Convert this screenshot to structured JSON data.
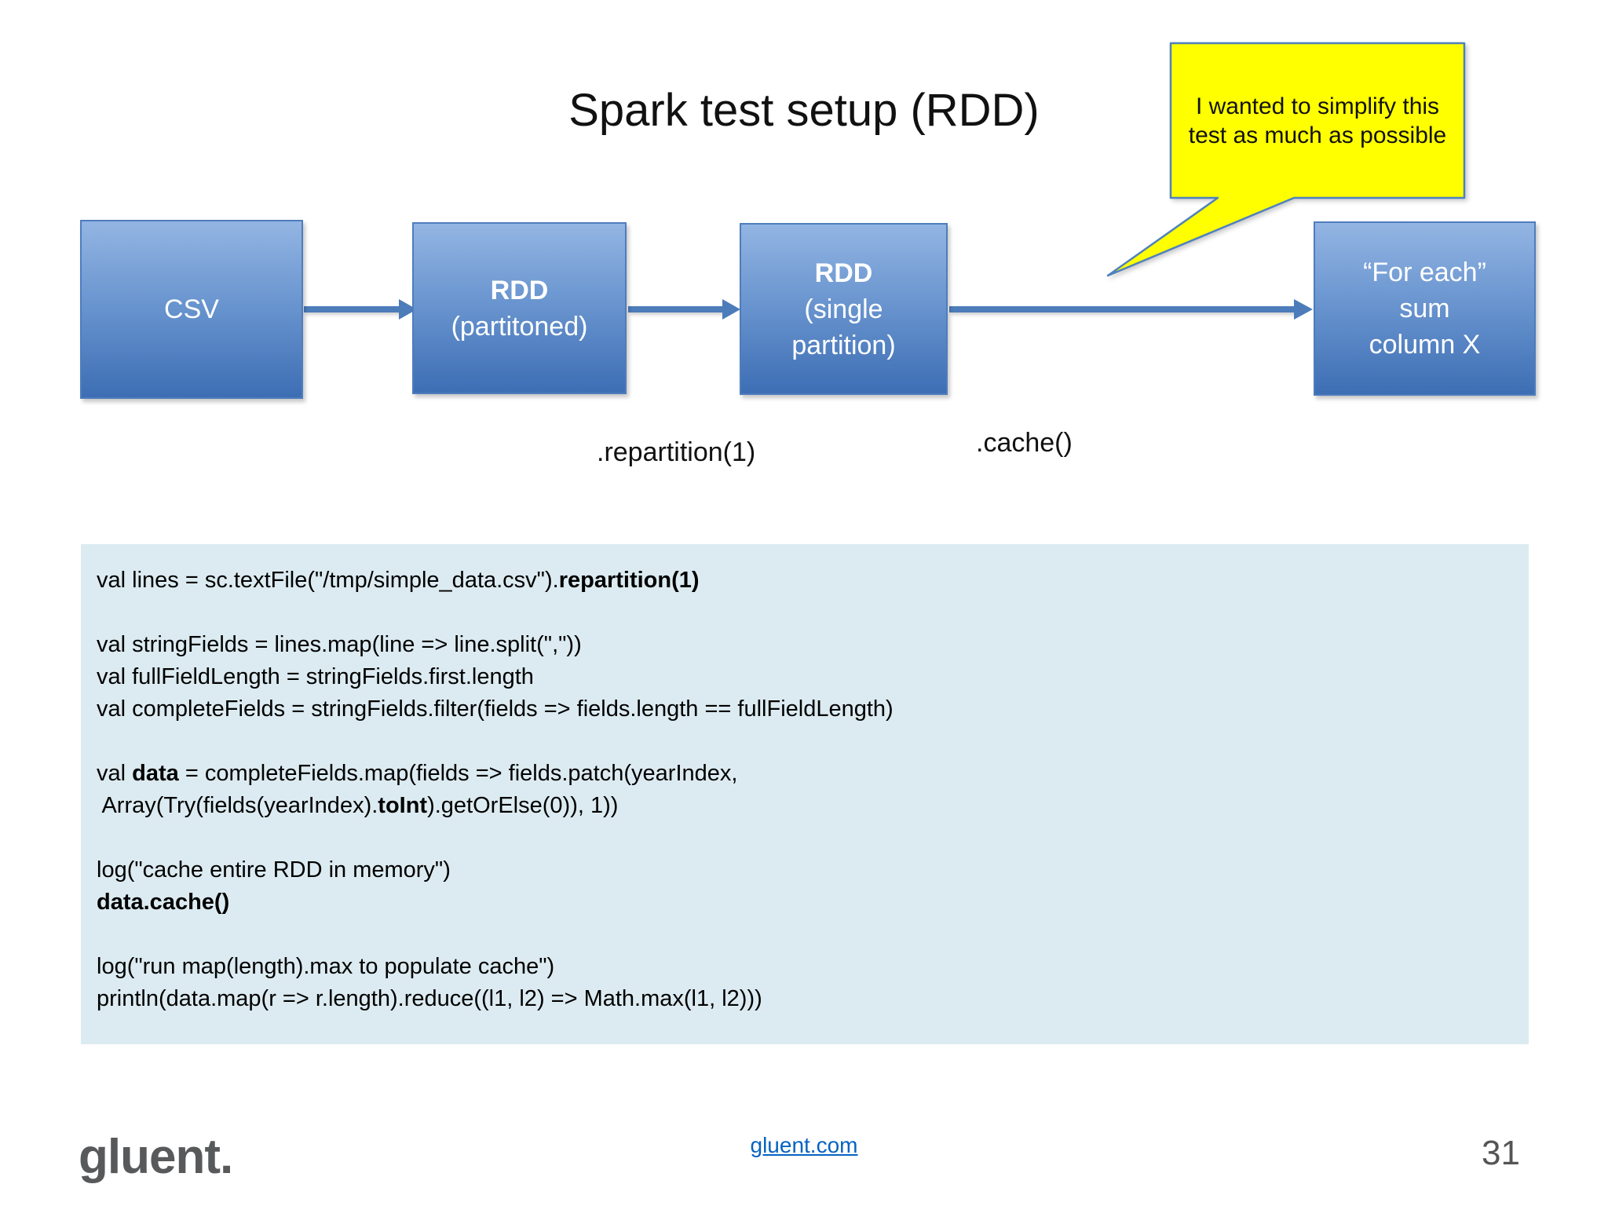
{
  "slide": {
    "title": "Spark test setup (RDD)",
    "page_number": "31"
  },
  "callout": {
    "text": "I wanted to simplify this test as much as possible",
    "fill": "#ffff00",
    "border": "#4f81bd"
  },
  "diagram": {
    "boxes": [
      {
        "lines": [
          {
            "text": "CSV",
            "bold": false
          }
        ]
      },
      {
        "lines": [
          {
            "text": "RDD",
            "bold": true
          },
          {
            "text": "(partitoned)",
            "bold": false
          }
        ]
      },
      {
        "lines": [
          {
            "text": "RDD",
            "bold": true
          },
          {
            "text": "(single",
            "bold": false
          },
          {
            "text": "partition)",
            "bold": false
          }
        ]
      },
      {
        "lines": [
          {
            "text": "“For each”",
            "bold": false
          },
          {
            "text": "sum",
            "bold": false
          },
          {
            "text": "column X",
            "bold": false
          }
        ]
      }
    ],
    "arrow_labels": [
      ".repartition(1)",
      ".cache()"
    ],
    "colors": {
      "box_gradient_top": "#93b5e3",
      "box_gradient_bottom": "#3d6eb4",
      "box_border": "#4f7dbd",
      "arrow": "#4d7cba"
    }
  },
  "code_block": {
    "background": "#dcebf1",
    "lines": [
      [
        {
          "t": "val lines = sc.textFile(\"/tmp/simple_data.csv\")."
        },
        {
          "t": "repartition(1)",
          "b": true
        }
      ],
      [],
      [
        {
          "t": "val stringFields = lines.map(line => line.split(\",\"))"
        }
      ],
      [
        {
          "t": "val fullFieldLength = stringFields.first.length"
        }
      ],
      [
        {
          "t": "val completeFields = stringFields.filter(fields => fields.length == fullFieldLength)"
        }
      ],
      [],
      [
        {
          "t": "val "
        },
        {
          "t": "data",
          "b": true
        },
        {
          "t": " = completeFields.map(fields => fields.patch(yearIndex,"
        }
      ],
      [
        {
          "t": " Array(Try(fields(yearIndex)."
        },
        {
          "t": "toInt",
          "b": true
        },
        {
          "t": ").getOrElse(0)), 1))"
        }
      ],
      [],
      [
        {
          "t": "log(\"cache entire RDD in memory\")"
        }
      ],
      [
        {
          "t": "data.cache()",
          "b": true
        }
      ],
      [],
      [
        {
          "t": "log(\"run map(length).max to populate cache\")"
        }
      ],
      [
        {
          "t": "println(data.map(r => r.length).reduce((l1, l2) => Math.max(l1, l2)))"
        }
      ]
    ]
  },
  "footer": {
    "logo": "gluent.",
    "link": "gluent.com",
    "link_color": "#0563c1"
  }
}
